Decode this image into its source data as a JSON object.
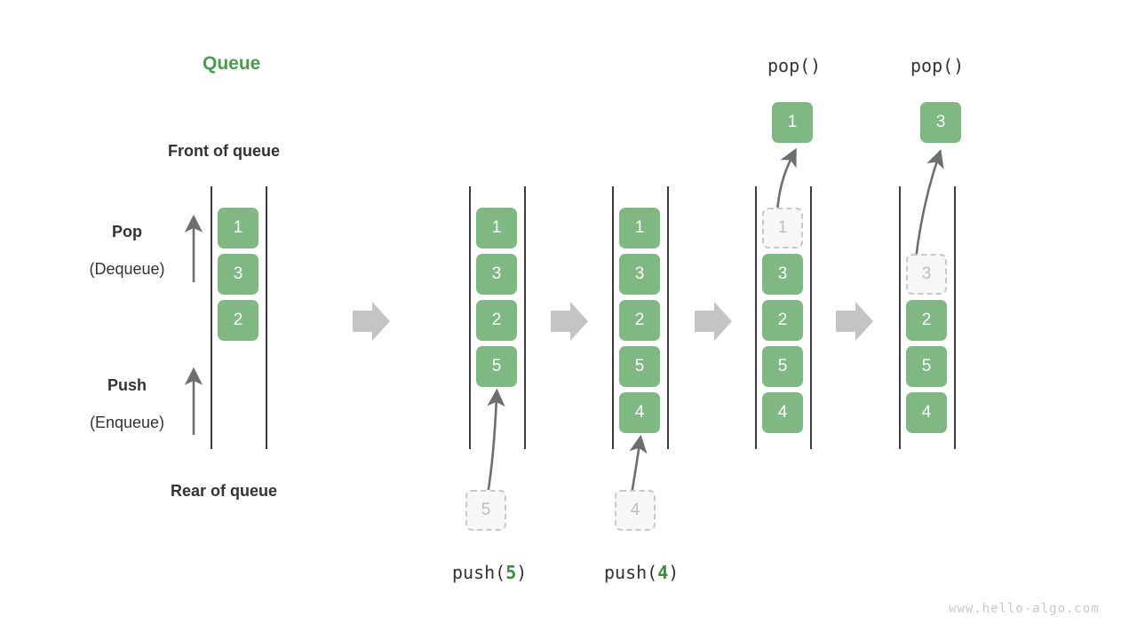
{
  "diagram": {
    "title": "Queue",
    "watermark": "www.hello-algo.com",
    "labels": {
      "front_of_queue": "Front of queue",
      "rear_of_queue": "Rear of queue",
      "pop_label": "Pop",
      "pop_sublabel": "(Dequeue)",
      "push_label": "Push",
      "push_sublabel": "(Enqueue)"
    },
    "colors": {
      "element_fill": "#7fb882",
      "element_text": "#ffffff",
      "ghost_fill": "#f7f7f7",
      "ghost_border": "#c8c8c8",
      "ghost_text": "#bdbdbd",
      "title_green": "#4c9a50",
      "text_dark": "#333333",
      "transition_arrow": "#c4c4c4",
      "rail": "#3b3b3b",
      "motion_arrow": "#6e6e6e",
      "watermark": "#c9c9c9"
    },
    "stages": [
      {
        "id": "initial",
        "caption_prefix": "",
        "caption_arg": "",
        "caption_suffix": "",
        "top_label": "",
        "elements": [
          "1",
          "3",
          "2"
        ],
        "ghost_in_stack": "",
        "ghost_below": "",
        "popped_element": ""
      },
      {
        "id": "push-5",
        "caption_prefix": "push(",
        "caption_arg": "5",
        "caption_suffix": ")",
        "top_label": "",
        "elements": [
          "1",
          "3",
          "2",
          "5"
        ],
        "ghost_in_stack": "",
        "ghost_below": "5",
        "popped_element": ""
      },
      {
        "id": "push-4",
        "caption_prefix": "push(",
        "caption_arg": "4",
        "caption_suffix": ")",
        "top_label": "",
        "elements": [
          "1",
          "3",
          "2",
          "5",
          "4"
        ],
        "ghost_in_stack": "",
        "ghost_below": "4",
        "popped_element": ""
      },
      {
        "id": "pop-1",
        "caption_prefix": "",
        "caption_arg": "",
        "caption_suffix": "",
        "top_label": "pop()",
        "elements": [
          "3",
          "2",
          "5",
          "4"
        ],
        "ghost_in_stack": "1",
        "ghost_below": "",
        "popped_element": "1"
      },
      {
        "id": "pop-3",
        "caption_prefix": "",
        "caption_arg": "",
        "caption_suffix": "",
        "top_label": "pop()",
        "elements": [
          "2",
          "5",
          "4"
        ],
        "ghost_in_stack": "3",
        "ghost_below": "",
        "popped_element": "3"
      }
    ],
    "transition_arrows": 4
  }
}
